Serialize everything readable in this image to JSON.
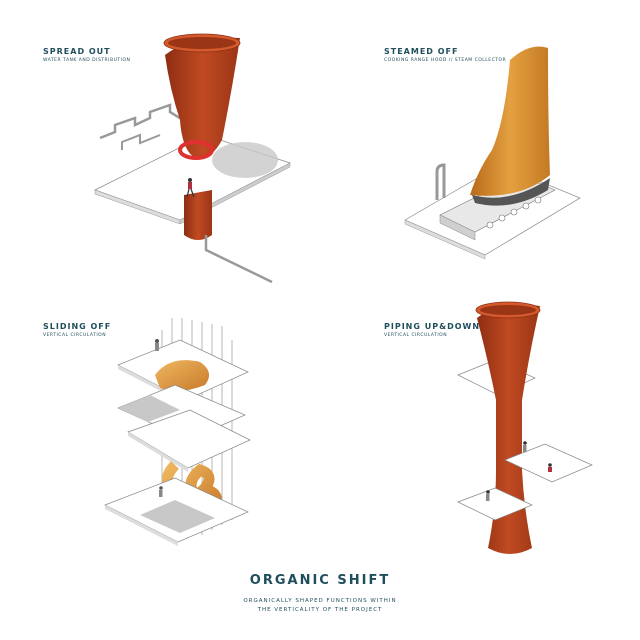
{
  "title": "ORGANIC SHIFT",
  "subtitle_line1": "ORGANICALLY SHAPED FUNCTIONS WITHIN",
  "subtitle_line2": "THE VERTICALITY OF THE PROJECT",
  "panels": [
    {
      "title": "SPREAD OUT",
      "subtitle": "WATER TANK AND DISTRIBUTION"
    },
    {
      "title": "STEAMED OFF",
      "subtitle": "COOKING RANGE HOOD // STEAM COLLECTOR"
    },
    {
      "title": "SLIDING OFF",
      "subtitle": "VERTICAL CIRCULATION"
    },
    {
      "title": "PIPING UP&DOWN",
      "subtitle": "VERTICAL CIRCULATION"
    }
  ],
  "colors": {
    "text": "#1f4e5c",
    "red_form": "#b5401e",
    "orange_form": "#d98a2b",
    "slide": "#e0a050",
    "shadow": "#c8c8c8"
  }
}
